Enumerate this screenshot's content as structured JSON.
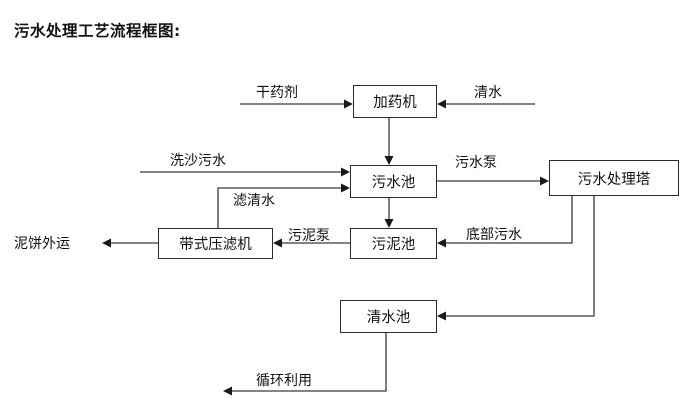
{
  "title": "污水处理工艺流程框图:",
  "diagram": {
    "type": "flowchart",
    "nodes": [
      {
        "id": "dosing-machine",
        "label": "加药机"
      },
      {
        "id": "sewage-pool",
        "label": "污水池"
      },
      {
        "id": "sewage-treatment-tower",
        "label": "污水处理塔"
      },
      {
        "id": "belt-filter-press",
        "label": "带式压滤机"
      },
      {
        "id": "sludge-pool",
        "label": "污泥池"
      },
      {
        "id": "clear-water-pool",
        "label": "清水池"
      }
    ],
    "edge_labels": [
      {
        "id": "dry-agent",
        "label": "干药剂"
      },
      {
        "id": "clean-water-in",
        "label": "清水"
      },
      {
        "id": "sand-washing-sewage",
        "label": "洗沙污水"
      },
      {
        "id": "filtrate-water",
        "label": "滤清水"
      },
      {
        "id": "sewage-pump",
        "label": "污水泵"
      },
      {
        "id": "sludge-pump",
        "label": "污泥泵"
      },
      {
        "id": "mud-cake-out",
        "label": "泥饼外运"
      },
      {
        "id": "bottom-sewage",
        "label": "底部污水"
      },
      {
        "id": "recycle-use",
        "label": "循环利用"
      }
    ],
    "colors": {
      "line": "#3a3a3a",
      "box_border": "#2b2b2b",
      "text": "#111111",
      "background": "#ffffff"
    }
  }
}
